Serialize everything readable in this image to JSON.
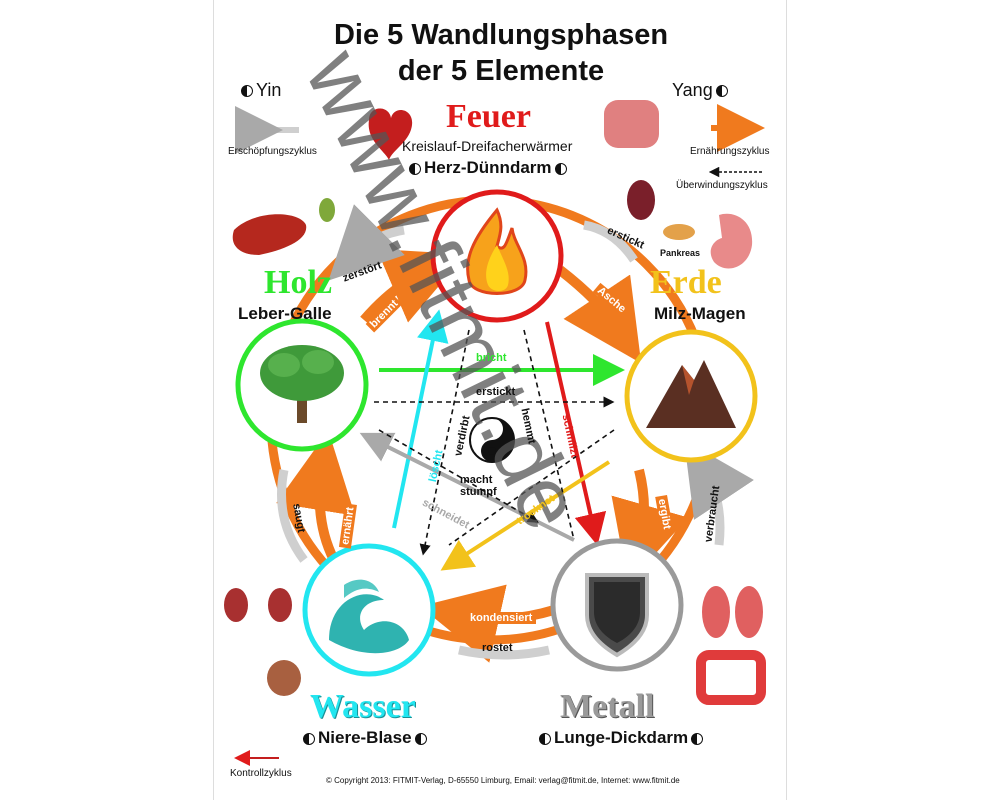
{
  "title": {
    "line1": "Die 5 Wandlungsphasen",
    "line2": "der 5 Elemente"
  },
  "yin": "Yin",
  "yang": "Yang",
  "legend": {
    "exhaustion": "Erschöpfungszyklus",
    "nourishment": "Ernährungszyklus",
    "overcoming": "Überwindungszyklus",
    "control": "Kontrollzyklus"
  },
  "elements": {
    "fire": {
      "name": "Feuer",
      "subtitle": "Kreislauf-Dreifacherwärmer",
      "organs": "Herz-Dünndarm",
      "color": "#e01b1b"
    },
    "wood": {
      "name": "Holz",
      "organs": "Leber-Galle",
      "color": "#2ee62e"
    },
    "earth": {
      "name": "Erde",
      "organs": "Milz-Magen",
      "color": "#f2c21b"
    },
    "water": {
      "name": "Wasser",
      "organs": "Niere-Blase",
      "color": "#22e6f0"
    },
    "metal": {
      "name": "Metall",
      "organs": "Lunge-Dickdarm",
      "color": "#9a9a9a"
    }
  },
  "pancreas": "Pankreas",
  "cycle_labels": {
    "zerstoert": "zerstört",
    "erstickt": "erstickt",
    "asche": "Asche",
    "brennt": "brennt",
    "bricht": "bricht",
    "erstickt_inner": "erstickt",
    "loescht": "löscht",
    "schmilzt": "schmilzt",
    "verdirbt": "verdirbt",
    "hemmt": "hemmt",
    "macht_stumpf": "macht stumpf",
    "schneidet": "schneidet",
    "trocknet": "trocknet",
    "ernaehrt": "ernährt",
    "ergibt": "ergibt",
    "saugt": "saugt",
    "verbraucht": "verbraucht",
    "kondensiert": "kondensiert",
    "rostet": "rostet"
  },
  "copyright": "Copyright 2013: FITMIT-Verlag, D-65550 Limburg, Email: verlag@fitmit.de, Internet: www.fitmit.de",
  "watermark": "www.fitmit.de"
}
